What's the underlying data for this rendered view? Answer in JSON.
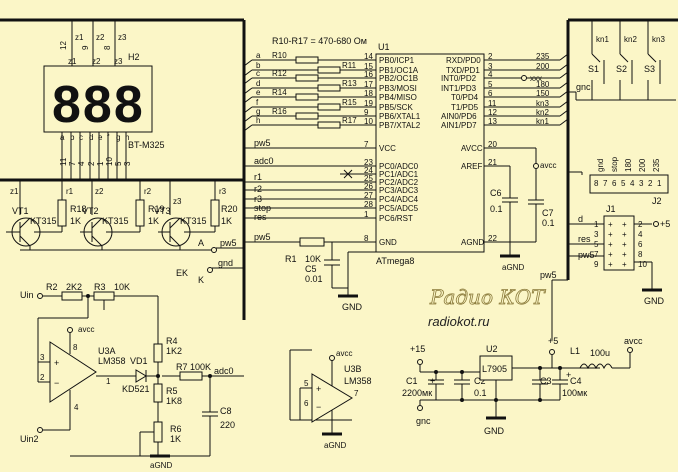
{
  "header": {
    "resistor_note": "R10-R17 = 470-680 Ом"
  },
  "display": {
    "ref": "H2",
    "part": "BT-M325",
    "digits": "888",
    "anode_labels": [
      "z1",
      "z2",
      "z3"
    ],
    "top_pins": [
      "12",
      "9",
      "8"
    ],
    "segment_letters": [
      "a",
      "b",
      "c",
      "d",
      "e",
      "f",
      "g",
      "h"
    ],
    "bottom_pins": [
      "11",
      "7",
      "4",
      "2",
      "1",
      "10",
      "5",
      "3"
    ]
  },
  "mcu": {
    "ref": "U1",
    "part": "ATmega8",
    "left_pins": [
      {
        "name": "PB0/ICP1",
        "num": "14"
      },
      {
        "name": "PB1/OC1A",
        "num": "15"
      },
      {
        "name": "PB2/OC1B",
        "num": "16"
      },
      {
        "name": "PB3/MOSI",
        "num": "17"
      },
      {
        "name": "PB4/MISO",
        "num": "18"
      },
      {
        "name": "PB5/SCK",
        "num": "19"
      },
      {
        "name": "PB6/XTAL1",
        "num": "9"
      },
      {
        "name": "PB7/XTAL2",
        "num": "10"
      },
      {
        "name": "VCC",
        "num": "7"
      },
      {
        "name": "PC0/ADC0",
        "num": "23"
      },
      {
        "name": "PC1/ADC1",
        "num": "24"
      },
      {
        "name": "PC2/ADC2",
        "num": "25"
      },
      {
        "name": "PC3/ADC3",
        "num": "26"
      },
      {
        "name": "PC4/ADC4",
        "num": "27"
      },
      {
        "name": "PC5/ADC5",
        "num": "28"
      },
      {
        "name": "PC6/RST",
        "num": "1"
      },
      {
        "name": "GND",
        "num": "8"
      }
    ],
    "right_pins": [
      {
        "name": "RXD/PD0",
        "num": "2"
      },
      {
        "name": "TXD/PD1",
        "num": "3"
      },
      {
        "name": "INT0/PD2",
        "num": "4"
      },
      {
        "name": "INT1/PD3",
        "num": "5"
      },
      {
        "name": "T0/PD4",
        "num": "6"
      },
      {
        "name": "T1/PD5",
        "num": "11"
      },
      {
        "name": "AIN0/PD6",
        "num": "12"
      },
      {
        "name": "AIN1/PD7",
        "num": "13"
      },
      {
        "name": "AVCC",
        "num": "20"
      },
      {
        "name": "AREF",
        "num": "21"
      },
      {
        "name": "AGND",
        "num": "22"
      }
    ]
  },
  "bus_labels": {
    "left": [
      "a",
      "b",
      "c",
      "d",
      "e",
      "f",
      "g",
      "h"
    ],
    "right": [
      "235",
      "200",
      "xxx",
      "180",
      "150",
      "kn3",
      "kn2",
      "kn1"
    ],
    "resistors": [
      "R10",
      "R11",
      "R12",
      "R13",
      "R14",
      "R15",
      "R16",
      "R17"
    ],
    "nets": [
      "pw5",
      "adc0",
      "r1",
      "r2",
      "r3",
      "stop",
      "res",
      "pw5"
    ]
  },
  "transistors": [
    {
      "ref": "VT1",
      "part": "KT315",
      "res": "R18",
      "val": "1K",
      "z": "z1",
      "r": "r1"
    },
    {
      "ref": "VT2",
      "part": "KT315",
      "res": "R19",
      "val": "1K",
      "z": "z2",
      "r": "r2"
    },
    {
      "ref": "VT3",
      "part": "KT315",
      "res": "R20",
      "val": "1K",
      "z": "z3",
      "r": "r3"
    }
  ],
  "power_in": {
    "pins": [
      "A",
      "EK",
      "K"
    ],
    "nets": [
      "pw5",
      "gnd"
    ]
  },
  "reset_net": {
    "r1": "R1",
    "r1_val": "10K",
    "c5": "C5",
    "c5_val": "0.01",
    "gnd": "GND"
  },
  "adc_filter": {
    "avcc": "avcc",
    "c6": "C6",
    "c6_val": "0.1",
    "c7": "C7",
    "c7_val": "0.1",
    "agnd": "aGND"
  },
  "buttons": {
    "names": [
      "kn1",
      "kn2",
      "kn3"
    ],
    "switches": [
      "S1",
      "S2",
      "S3"
    ],
    "gnd": "gnc"
  },
  "connector_j2": {
    "ref": "J2",
    "labels": [
      "gnd",
      "stop",
      "180",
      "200",
      "235"
    ],
    "pins": [
      "8",
      "7",
      "6",
      "5",
      "4",
      "3",
      "2",
      "1"
    ]
  },
  "connector_j1": {
    "ref": "J1",
    "labels": [
      "d",
      "res",
      "pw5"
    ],
    "left_pins": [
      "1",
      "3",
      "5",
      "7",
      "9"
    ],
    "right_pins": [
      "2",
      "4",
      "6",
      "8",
      "10"
    ],
    "out": "+5",
    "gnd": "GND"
  },
  "opamp": {
    "uin": "Uin",
    "uin2": "Uin2",
    "r2": "R2",
    "r2_val": "2K2",
    "r3": "R3",
    "r3_val": "10K",
    "u3a": "U3A",
    "u3a_part": "LM358",
    "avcc": "avcc",
    "vd1": "VD1",
    "vd1_part": "KD521",
    "r4": "R4",
    "r4_val": "1K2",
    "r5": "R5",
    "r5_val": "1K8",
    "r6": "R6",
    "r6_val": "1K",
    "r7": "R7",
    "r7_val": "100K",
    "adc0": "adc0",
    "c8": "C8",
    "c8_val": "220",
    "agnd": "aGND",
    "pins": [
      "3",
      "2",
      "8",
      "1",
      "4"
    ]
  },
  "opamp_b": {
    "ref": "U3B",
    "part": "LM358",
    "avcc": "avcc",
    "agnd": "aGND",
    "pins": [
      "5",
      "6",
      "7"
    ]
  },
  "psu": {
    "vin": "+15",
    "c1": "C1",
    "c1_val": "2200мк",
    "u2": "U2",
    "u2_part": "L7905",
    "c2": "C2",
    "c2_val": "0.1",
    "c3": "C3",
    "c4": "C4",
    "c4_val": "100мк",
    "l1": "L1",
    "l1_val": "100u",
    "plus5": "+5",
    "avcc": "avcc",
    "gnc": "gnc",
    "gnd": "GND",
    "pw5": "pw5"
  },
  "watermark": {
    "title": "Радио КОТ",
    "url": "radiokot.ru"
  }
}
